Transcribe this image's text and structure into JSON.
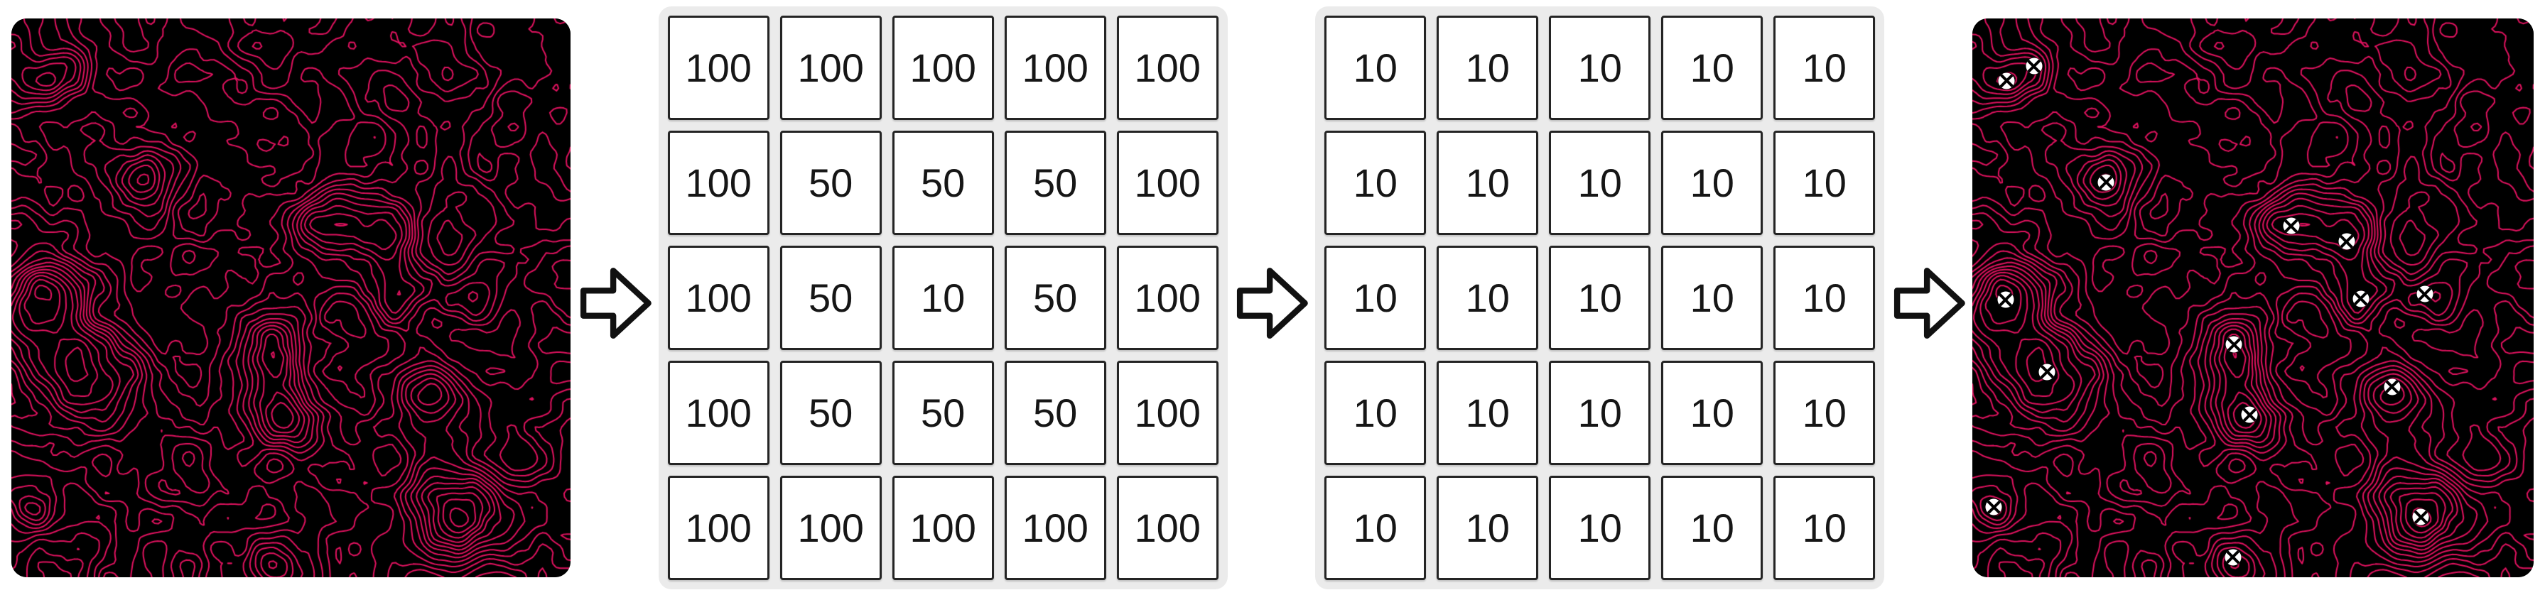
{
  "figure_name": "local-extrema-detection-pipeline",
  "colors": {
    "contour_line": "#e0125f",
    "map_background": "#000000",
    "panel_background": "#ebebeb",
    "cell_background": "#ffffff",
    "cell_border": "#242424",
    "text": "#161616",
    "marker_fill": "#ffffff",
    "marker_cross": "#000000",
    "arrow_outline": "#111111",
    "arrow_fill": "#ffffff"
  },
  "icons": {
    "arrow": "arrow-right-icon",
    "marker": "circle-cross-marker-icon"
  },
  "maps": {
    "input": {
      "markers": []
    },
    "output": {
      "markers": [
        {
          "x": 0.11,
          "y": 0.086
        },
        {
          "x": 0.061,
          "y": 0.112
        },
        {
          "x": 0.238,
          "y": 0.294
        },
        {
          "x": 0.568,
          "y": 0.372
        },
        {
          "x": 0.667,
          "y": 0.4
        },
        {
          "x": 0.059,
          "y": 0.504
        },
        {
          "x": 0.692,
          "y": 0.502
        },
        {
          "x": 0.806,
          "y": 0.494
        },
        {
          "x": 0.466,
          "y": 0.584
        },
        {
          "x": 0.133,
          "y": 0.633
        },
        {
          "x": 0.748,
          "y": 0.66
        },
        {
          "x": 0.494,
          "y": 0.71
        },
        {
          "x": 0.038,
          "y": 0.875
        },
        {
          "x": 0.799,
          "y": 0.893
        },
        {
          "x": 0.464,
          "y": 0.965
        }
      ]
    }
  },
  "grids": [
    {
      "name": "kernel-values",
      "rows": [
        [
          "100",
          "100",
          "100",
          "100",
          "100"
        ],
        [
          "100",
          "50",
          "50",
          "50",
          "100"
        ],
        [
          "100",
          "50",
          "10",
          "50",
          "100"
        ],
        [
          "100",
          "50",
          "50",
          "50",
          "100"
        ],
        [
          "100",
          "100",
          "100",
          "100",
          "100"
        ]
      ]
    },
    {
      "name": "result-values",
      "rows": [
        [
          "10",
          "10",
          "10",
          "10",
          "10"
        ],
        [
          "10",
          "10",
          "10",
          "10",
          "10"
        ],
        [
          "10",
          "10",
          "10",
          "10",
          "10"
        ],
        [
          "10",
          "10",
          "10",
          "10",
          "10"
        ],
        [
          "10",
          "10",
          "10",
          "10",
          "10"
        ]
      ]
    }
  ]
}
